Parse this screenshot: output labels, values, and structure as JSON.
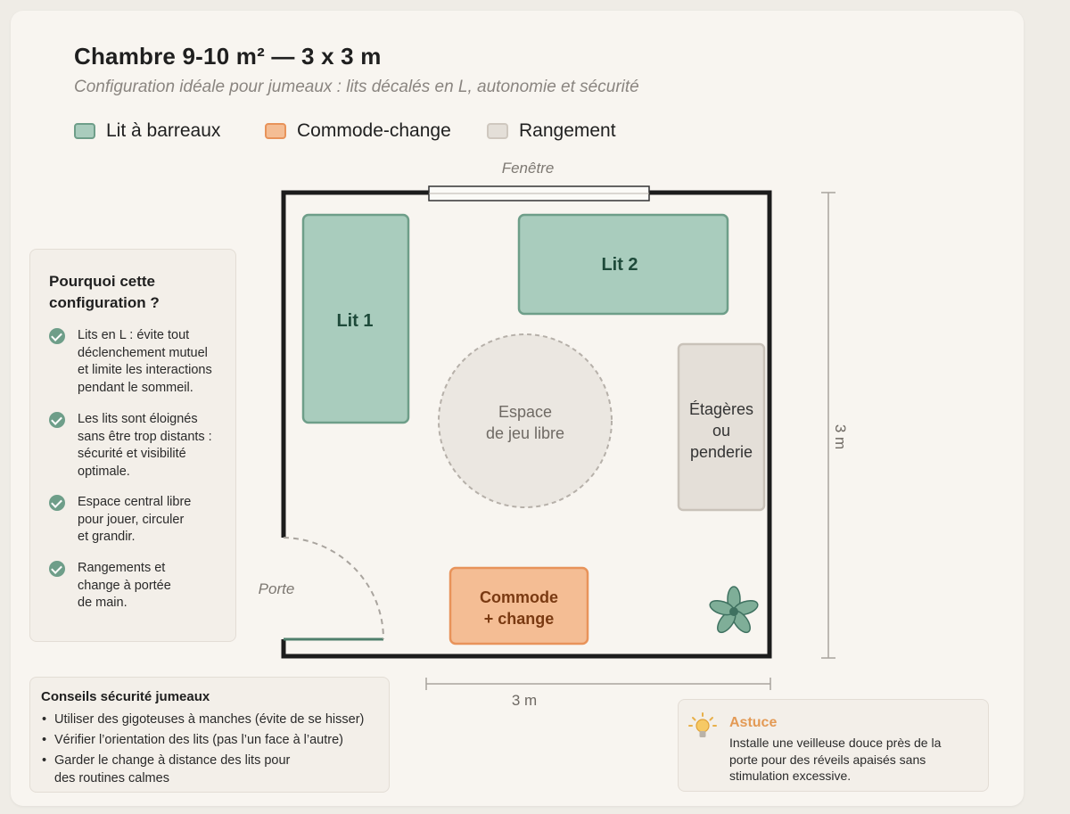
{
  "header": {
    "title": "Chambre 9-10 m² — 3 x 3 m",
    "subtitle": "Configuration idéale pour jumeaux : lits décalés en L, autonomie et sécurité"
  },
  "legend": [
    {
      "label": "Lit à barreaux",
      "color": "#a9ccbd",
      "border": "#6e9e89"
    },
    {
      "label": "Commode-change",
      "color": "#f4bd94",
      "border": "#e8935a"
    },
    {
      "label": "Rangement",
      "color": "#e4dfd8",
      "border": "#cfc8bf"
    }
  ],
  "plan": {
    "window_label": "Fenêtre",
    "door_label": "Porte",
    "bed1_label": "Lit 1",
    "bed2_label": "Lit 2",
    "play_area": [
      "Espace",
      "de jeu libre"
    ],
    "storage": [
      "Étagères",
      "ou",
      "penderie"
    ],
    "dresser": [
      "Commode",
      "+ change"
    ],
    "dim_width": "3 m",
    "dim_height": "3 m",
    "plant_icon": "plant-icon"
  },
  "why": {
    "title": "Pourquoi cette configuration ?",
    "items": [
      [
        "Lits en L : évite tout",
        "déclenchement mutuel",
        "et limite les interactions",
        "pendant le sommeil."
      ],
      [
        "Les lits sont éloignés",
        "sans être trop distants :",
        "sécurité et visibilité",
        "optimale."
      ],
      [
        "Espace central libre",
        "pour jouer, circuler",
        "et grandir."
      ],
      [
        "Rangements et",
        "change à portée",
        "de main."
      ]
    ]
  },
  "safety": {
    "title": "Conseils sécurité jumeaux",
    "items": [
      [
        "Utiliser des gigoteuses à manches (évite de se hisser)"
      ],
      [
        "Vérifier l’orientation des lits (pas l’un face à l’autre)"
      ],
      [
        "Garder le change à distance des lits pour",
        "des routines calmes"
      ]
    ]
  },
  "tip": {
    "title": "Astuce",
    "text": "Installe une veilleuse douce près de la porte pour des réveils apaisés sans stimulation excessive.",
    "icon": "lightbulb-icon"
  }
}
